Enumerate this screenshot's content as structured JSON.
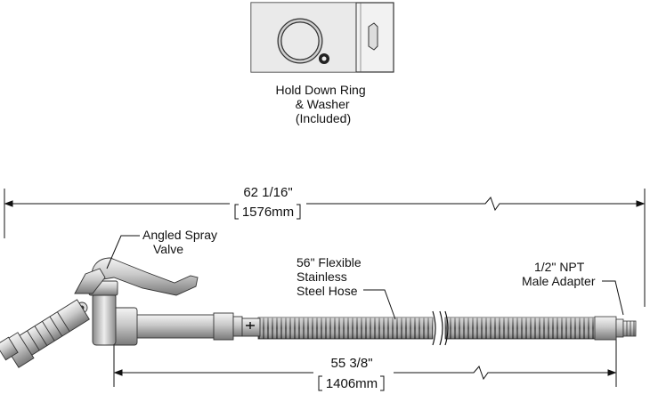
{
  "inset": {
    "caption_lines": [
      "Hold Down Ring",
      "& Washer",
      "(Included)"
    ]
  },
  "dimensions": {
    "overall_inch": "62 1/16\"",
    "overall_mm": "1576mm",
    "hose_inch": "55 3/8\"",
    "hose_mm": "1406mm"
  },
  "callouts": {
    "valve_lines": [
      "Angled Spray",
      "Valve"
    ],
    "hose_lines": [
      "56\" Flexible",
      "Stainless",
      "Steel Hose"
    ],
    "adapter_lines": [
      "1/2\" NPT",
      "Male Adapter"
    ]
  },
  "colors": {
    "line": "#111111",
    "metal_light": "#e6e6e6",
    "metal_mid": "#b8b8b8",
    "metal_dark": "#6e6e6e",
    "hose": "#8a8a8a"
  }
}
